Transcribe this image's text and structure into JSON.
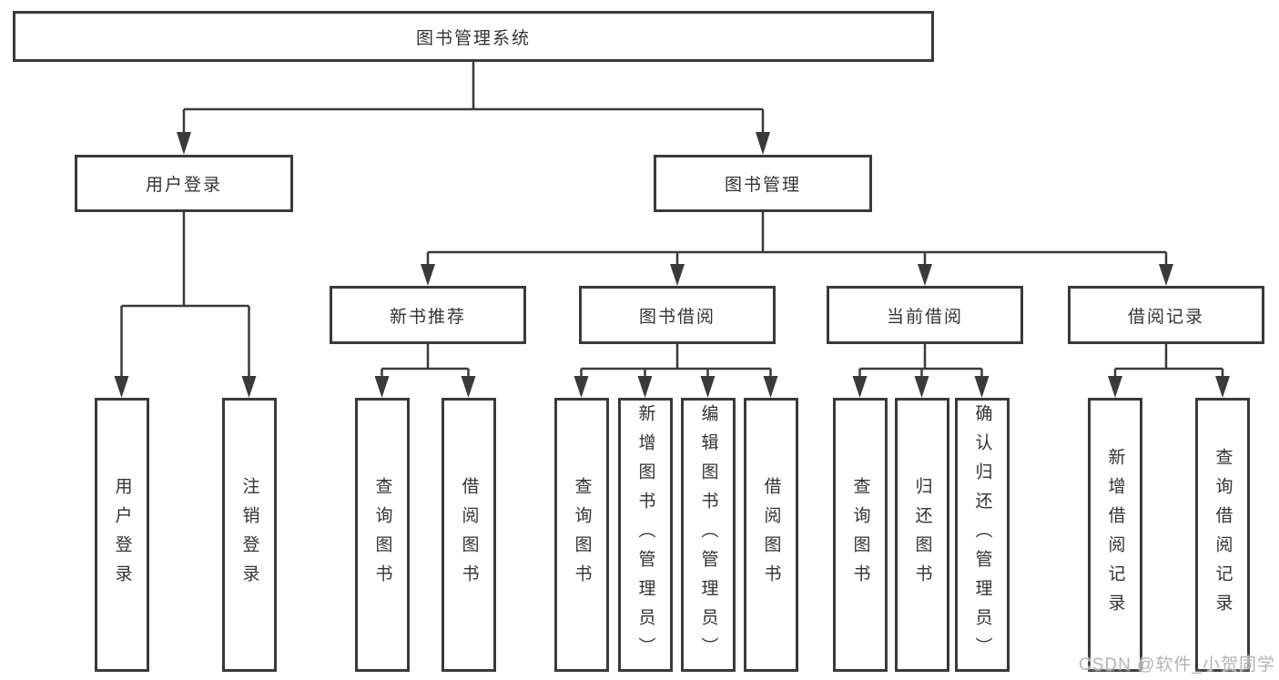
{
  "diagram_type": "functional-structure-tree",
  "tree": {
    "root": {
      "label": "图书管理系统",
      "children": [
        {
          "label": "用户登录",
          "children": [
            {
              "label": "用户登录"
            },
            {
              "label": "注销登录"
            }
          ]
        },
        {
          "label": "图书管理",
          "children": [
            {
              "label": "新书推荐",
              "children": [
                {
                  "label": "查询图书"
                },
                {
                  "label": "借阅图书"
                }
              ]
            },
            {
              "label": "图书借阅",
              "children": [
                {
                  "label": "查询图书"
                },
                {
                  "label": "新增图书（管理员）"
                },
                {
                  "label": "编辑图书（管理员）"
                },
                {
                  "label": "借阅图书"
                }
              ]
            },
            {
              "label": "当前借阅",
              "children": [
                {
                  "label": "查询图书"
                },
                {
                  "label": "归还图书"
                },
                {
                  "label": "确认归还（管理员）"
                }
              ]
            },
            {
              "label": "借阅记录",
              "children": [
                {
                  "label": "新增借阅记录"
                },
                {
                  "label": "查询借阅记录"
                }
              ]
            }
          ]
        }
      ]
    }
  },
  "watermark": {
    "text": "CSDN @软件_小贺同学"
  },
  "colors": {
    "line": "#3a3a3a",
    "box_border": "#3a3a3a",
    "box_fill": "#ffffff",
    "text": "#333333",
    "watermark": "#b3b3b3",
    "background": "#ffffff"
  }
}
